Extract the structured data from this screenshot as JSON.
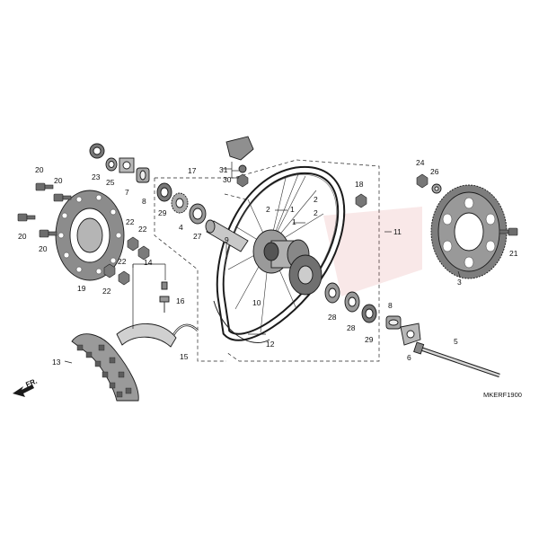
{
  "diagram_code": "MKERF1900",
  "direction_label": "FR.",
  "callouts": {
    "c1a": "1",
    "c1b": "1",
    "c2a": "2",
    "c2b": "2",
    "c2c": "2",
    "c3": "3",
    "c4": "4",
    "c5": "5",
    "c6": "6",
    "c7": "7",
    "c8a": "8",
    "c8b": "8",
    "c9": "9",
    "c10": "10",
    "c11": "11",
    "c12": "12",
    "c13": "13",
    "c14": "14",
    "c15": "15",
    "c16": "16",
    "c17": "17",
    "c18": "18",
    "c19": "19",
    "c20a": "20",
    "c20b": "20",
    "c20c": "20",
    "c20d": "20",
    "c21": "21",
    "c22a": "22",
    "c22b": "22",
    "c22c": "22",
    "c22d": "22",
    "c23": "23",
    "c24": "24",
    "c25": "25",
    "c26": "26",
    "c27": "27",
    "c28a": "28",
    "c28b": "28",
    "c29a": "29",
    "c29b": "29",
    "c30": "30",
    "c31": "31"
  },
  "colors": {
    "ink": "#1a1a1a",
    "part_fill": "#9a9a9a",
    "light_fill": "#d6d6d6",
    "dark_fill": "#555555"
  }
}
